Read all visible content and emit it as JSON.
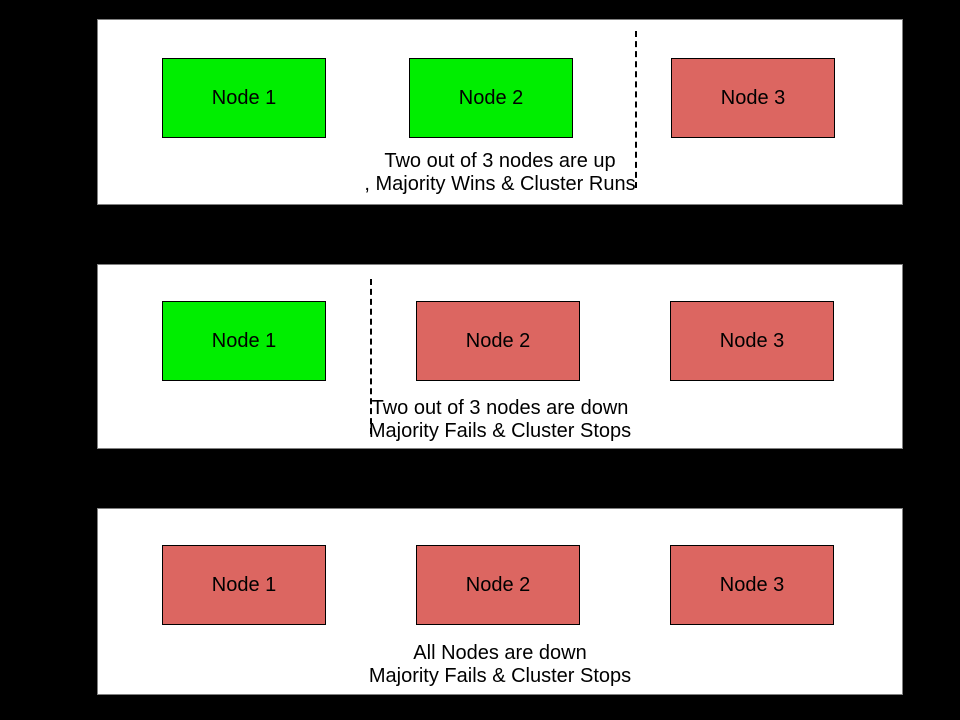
{
  "colors": {
    "background": "#000000",
    "panel_bg": "#ffffff",
    "panel_border": "#808080",
    "node_up": "#00ee00",
    "node_down": "#dc6661",
    "node_border": "#000000",
    "text": "#000000"
  },
  "panels": [
    {
      "name": "two-nodes-up",
      "nodes": [
        {
          "label": "Node 1",
          "status": "up"
        },
        {
          "label": "Node 2",
          "status": "up"
        },
        {
          "label": "Node 3",
          "status": "down"
        }
      ],
      "caption": {
        "line1": "Two out of 3 nodes are up",
        "line2": ", Majority Wins & Cluster Runs"
      }
    },
    {
      "name": "two-nodes-down",
      "nodes": [
        {
          "label": "Node 1",
          "status": "up"
        },
        {
          "label": "Node 2",
          "status": "down"
        },
        {
          "label": "Node 3",
          "status": "down"
        }
      ],
      "caption": {
        "line1": "Two out of 3 nodes are down",
        "line2": "Majority Fails & Cluster Stops"
      }
    },
    {
      "name": "all-nodes-down",
      "nodes": [
        {
          "label": "Node 1",
          "status": "down"
        },
        {
          "label": "Node 2",
          "status": "down"
        },
        {
          "label": "Node 3",
          "status": "down"
        }
      ],
      "caption": {
        "line1": "All Nodes are down",
        "line2": "Majority Fails & Cluster Stops"
      }
    }
  ]
}
